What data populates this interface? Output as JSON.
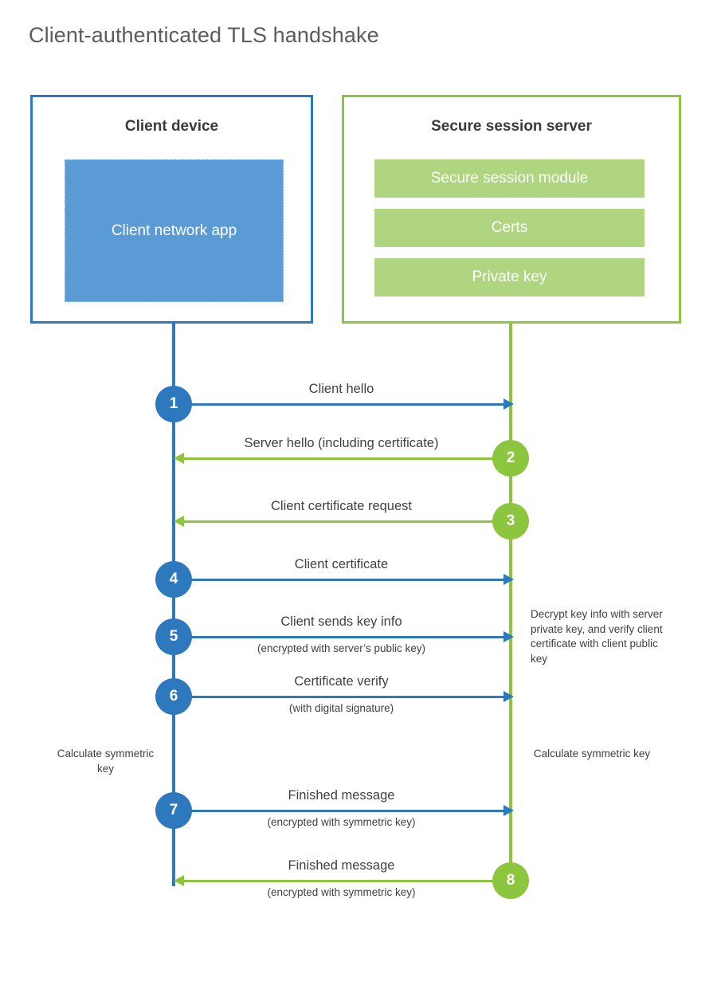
{
  "title": "Client-authenticated TLS handshake",
  "colors": {
    "client_blue": "#2E78BE",
    "client_app_fill": "#5B9BD5",
    "server_green": "#8CC63F",
    "server_bar_fill": "#AFD580",
    "title_gray": "#5c5c5c",
    "text_gray": "#404040"
  },
  "client": {
    "title": "Client device",
    "app_label": "Client network app"
  },
  "server": {
    "title": "Secure session server",
    "bars": [
      {
        "label": "Secure session module"
      },
      {
        "label": "Certs"
      },
      {
        "label": "Private key"
      }
    ]
  },
  "steps": [
    {
      "number": "1",
      "label": "Client hello",
      "sublabel": "",
      "direction": "client-to-server",
      "side": "client",
      "color": "blue"
    },
    {
      "number": "2",
      "label": "Server hello (including certificate)",
      "sublabel": "",
      "direction": "server-to-client",
      "side": "server",
      "color": "green"
    },
    {
      "number": "3",
      "label": "Client certificate request",
      "sublabel": "",
      "direction": "server-to-client",
      "side": "server",
      "color": "green"
    },
    {
      "number": "4",
      "label": "Client certificate",
      "sublabel": "",
      "direction": "client-to-server",
      "side": "client",
      "color": "blue"
    },
    {
      "number": "5",
      "label": "Client sends key info",
      "sublabel": "(encrypted with server’s public key)",
      "direction": "client-to-server",
      "side": "client",
      "color": "blue"
    },
    {
      "number": "6",
      "label": "Certificate verify",
      "sublabel": "(with digital signature)",
      "direction": "client-to-server",
      "side": "client",
      "color": "blue"
    },
    {
      "number": "7",
      "label": "Finished message",
      "sublabel": "(encrypted with symmetric key)",
      "direction": "client-to-server",
      "side": "client",
      "color": "blue"
    },
    {
      "number": "8",
      "label": "Finished message",
      "sublabel": "(encrypted with symmetric key)",
      "direction": "server-to-client",
      "side": "server",
      "color": "green"
    }
  ],
  "notes": {
    "decrypt": "Decrypt key info with server private key, and verify client certificate with client public key",
    "calculate_client": "Calculate symmetric key",
    "calculate_server": "Calculate symmetric key"
  }
}
